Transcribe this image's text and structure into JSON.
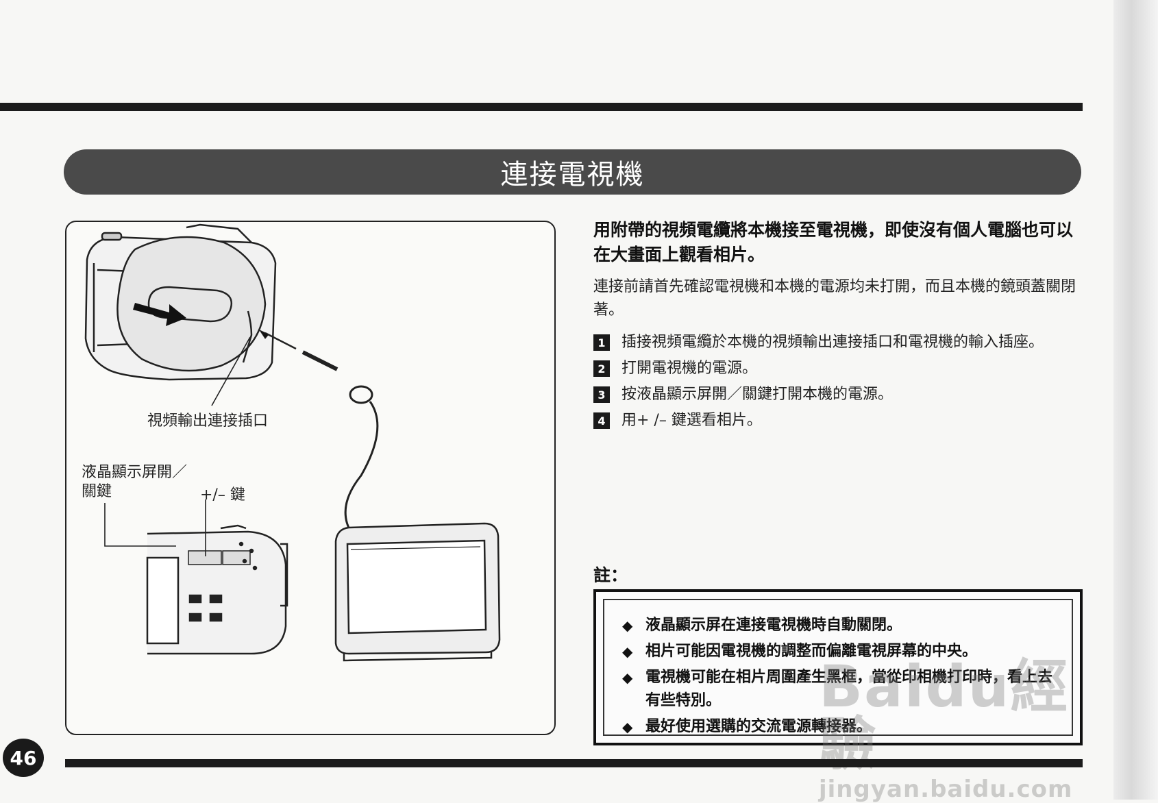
{
  "page": {
    "title": "連接電視機",
    "page_number": "46"
  },
  "figure": {
    "label_video_out": "視頻輸出連接插口",
    "label_lcd_switch_line1": "液晶顯示屏開／",
    "label_lcd_switch_line2": "關鍵",
    "label_plus_minus": "+/– 鍵"
  },
  "intro": {
    "bold": "用附帶的視頻電纜將本機接至電視機，即使沒有個人電腦也可以在大畫面上觀看相片。",
    "plain": "連接前請首先確認電視機和本機的電源均未打開，而且本機的鏡頭蓋關閉著。"
  },
  "steps": [
    {
      "number": "1",
      "text": "插接視頻電纜於本機的視頻輸出連接插口和電視機的輸入插座。"
    },
    {
      "number": "2",
      "text": "打開電視機的電源。"
    },
    {
      "number": "3",
      "text": "按液晶顯示屏開／關鍵打開本機的電源。"
    },
    {
      "number": "4",
      "text": "用+ /– 鍵選看相片。"
    }
  ],
  "notes": {
    "heading": "註：",
    "items": [
      "液晶顯示屏在連接電視機時自動關閉。",
      "相片可能因電視機的調整而偏離電視屏幕的中央。",
      "電視機可能在相片周圍產生黑框，當從印相機打印時，看上去有些特別。",
      "最好使用選購的交流電源轉接器。"
    ]
  },
  "watermark": {
    "logo": "Baidu經驗",
    "url": "jingyan.baidu.com"
  }
}
